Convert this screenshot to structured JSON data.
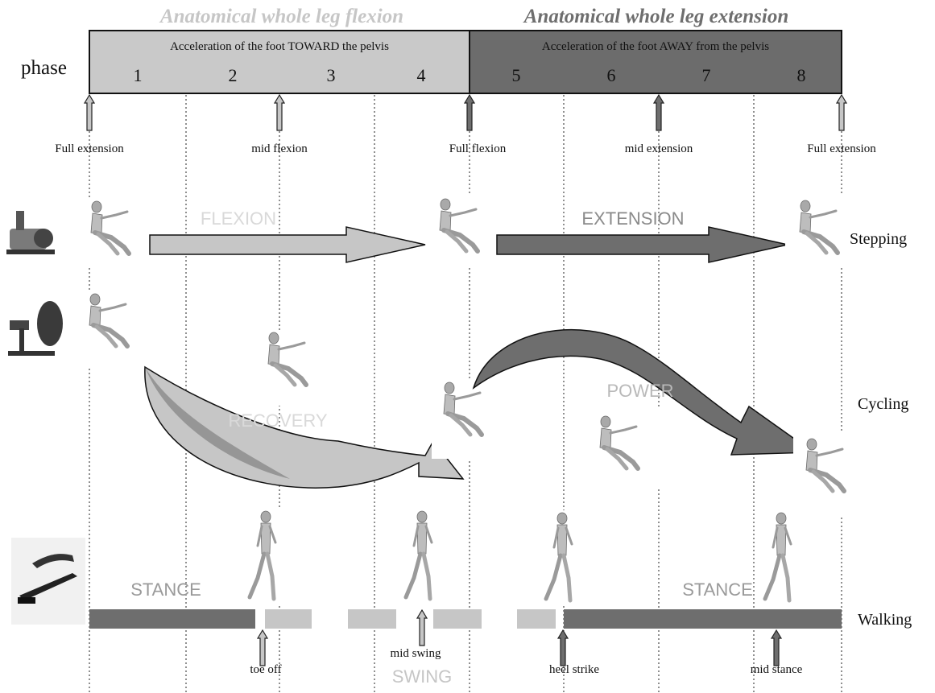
{
  "headers": {
    "flexion_title": "Anatomical whole leg flexion",
    "extension_title": "Anatomical whole leg extension"
  },
  "phase_bar": {
    "label": "phase",
    "toward_caption": "Acceleration of the foot TOWARD the pelvis",
    "away_caption": "Acceleration of the foot AWAY from the pelvis",
    "numbers": [
      "1",
      "2",
      "3",
      "4",
      "5",
      "6",
      "7",
      "8"
    ]
  },
  "markers": {
    "full_extension_left": "Full extension",
    "mid_flexion": "mid flexion",
    "full_flexion": "Full flexion",
    "mid_extension": "mid extension",
    "full_extension_right": "Full extension"
  },
  "rows": {
    "stepping": {
      "label": "Stepping",
      "flexion": "FLEXION",
      "extension": "EXTENSION"
    },
    "cycling": {
      "label": "Cycling",
      "recovery": "RECOVERY",
      "power": "POWER"
    },
    "walking": {
      "label": "Walking",
      "stance_left": "STANCE",
      "stance_right": "STANCE",
      "swing": "SWING",
      "toe_off": "toe off",
      "mid_swing": "mid swing",
      "heel_strike": "heel strike",
      "mid_stance": "mid stance"
    }
  },
  "colors": {
    "flexion_light": "#c6c6c6",
    "extension_dark": "#6e6e6e",
    "figure_gray": "#b4b4b4",
    "text_dark": "#111111"
  }
}
